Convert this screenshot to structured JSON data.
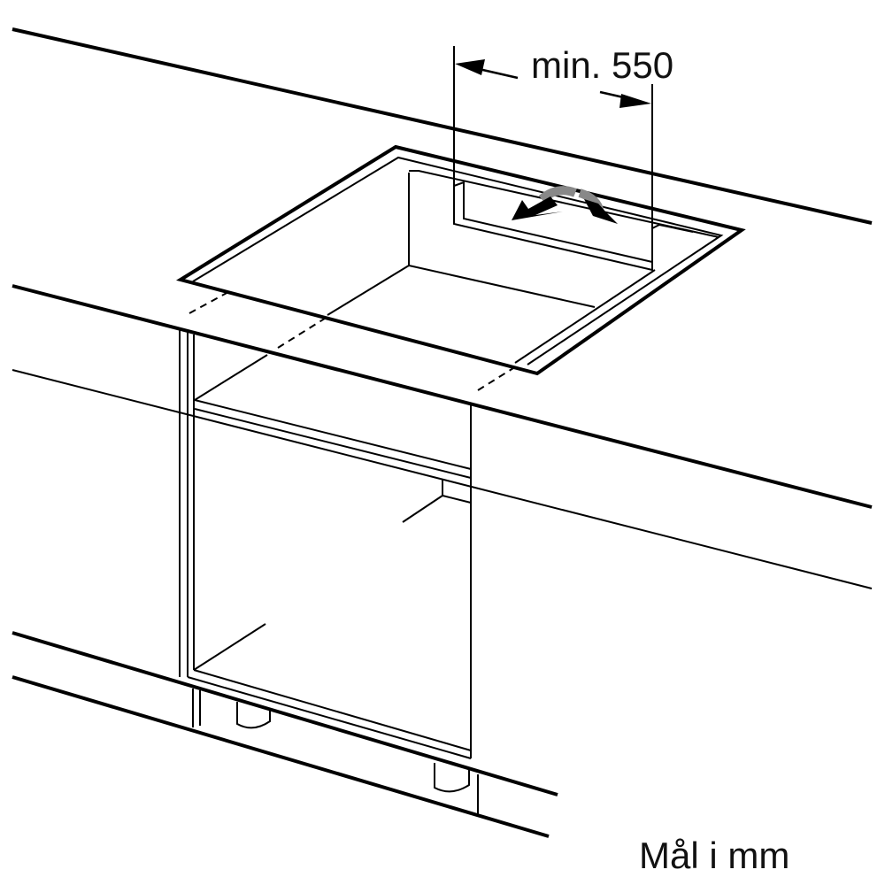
{
  "diagram": {
    "title": "Hob installation cutout above cabinet",
    "dimension": {
      "label": "min. 550",
      "value": 550,
      "qualifier": "min."
    },
    "unit_note": "Mål i mm",
    "elements": [
      "worktop",
      "cutout",
      "cabinet",
      "shelf",
      "cabinet-feet",
      "plinth",
      "dimension-arrows",
      "airflow-arrows"
    ],
    "colors": {
      "stroke": "#000000",
      "background": "#ffffff",
      "arrow_shade": "#888888"
    }
  }
}
